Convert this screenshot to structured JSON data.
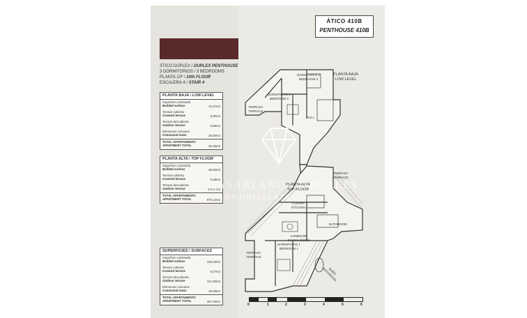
{
  "header": {
    "title_es": "ÁTICO 410B",
    "title_en": "PENTHOUSE 410B"
  },
  "info": {
    "line1_es": "ÁTICO DÚPLEX /",
    "line1_en": "DUPLEX PENTHOUSE",
    "line2": "3 DORMITORIOS / 3 BEDROOMS",
    "line3_es": "PLANTA 10ª /",
    "line3_en": "10th FLOOR",
    "line4_es": "ESCALERA 4 /",
    "line4_en": "STAIR 4"
  },
  "panels": {
    "low": {
      "title_es": "PLANTA BAJA /",
      "title_en": "LOW LEVEL",
      "rows": [
        {
          "es": "Superficie construida",
          "en": "Builded surface",
          "value": "43,37m2"
        },
        {
          "es": "Terraza cubierta",
          "en": "Covered terrace",
          "value": "5,00m2"
        },
        {
          "es": "Terraza descubierta",
          "en": "Outdoor terrace",
          "value": "6,88m2"
        },
        {
          "es": "Elementos comunes",
          "en": "Communal areas",
          "value": "26,00m2"
        },
        {
          "es": "TOTAL APARTAMENTO",
          "en": "APARTMENT TOTAL",
          "value": "82,29m2"
        }
      ]
    },
    "top": {
      "title_es": "PLANTA ALTA /",
      "title_en": "TOP FLOOR",
      "rows": [
        {
          "es": "Superficie construida",
          "en": "Builded surface",
          "value": "86,93m2"
        },
        {
          "es": "Terraza cubierta",
          "en": "Covered terrace",
          "value": "5,28m2"
        },
        {
          "es": "Terraza descubierta",
          "en": "Outdoor terrace",
          "value": "174,1 m2"
        },
        {
          "es": "TOTAL APARTAMENTO",
          "en": "APARTMENT TOTAL",
          "value": "875,12m2"
        }
      ]
    },
    "surfaces": {
      "title_es": "SUPERFICIES /",
      "title_en": "SURFACES",
      "rows": [
        {
          "es": "Superficie construida",
          "en": "Builded surface",
          "value": "130,30m2"
        },
        {
          "es": "Terraza cubierta",
          "en": "Covered terrace",
          "value": "9,27m2"
        },
        {
          "es": "Terraza descubierta",
          "en": "Outdoor terrace",
          "value": "141,83m2"
        },
        {
          "es": "Elementos comunes",
          "en": "Communal areas",
          "value": "26,00m2"
        },
        {
          "es": "TOTAL APARTAMENTO",
          "en": "APARTMENT TOTAL",
          "value": "307,40m2"
        }
      ]
    }
  },
  "plan": {
    "low_level_label_es": "PLANTA BAJA",
    "low_level_label_en": "LOW LEVEL",
    "top_floor_label_es": "PLANTA ALTA",
    "top_floor_label_en": "TOP FLOOR",
    "rooms": {
      "bed3_es": "DORMITORIO 3",
      "bed3_en": "BEDROOM 3",
      "bed2_es": "DORMITORIO 2",
      "bed2_en": "BEDROOM 2",
      "terrace_es": "TERRAZA",
      "terrace_en": "TERRACE",
      "hall": "HALL",
      "terrace_top_es": "TERRAZA",
      "terrace_top_en": "TERRACE",
      "kitchen_es": "COCINA",
      "kitchen_en": "KITCHEN",
      "dining_es": "COMEDOR",
      "dining_en": "DINING ROOM",
      "bathroom": "BATHROOM",
      "bed1_es": "DORMITORIO 1",
      "bed1_en": "BEDROOM 1",
      "terrace_bottom_es": "TERRAZA",
      "terrace_bottom_en": "TERRACE",
      "bath_es": "BAÑO",
      "bath_en": "BATHROOM"
    }
  },
  "watermark": {
    "line1": "CASABLANCO Y REALES",
    "line2": "INMOBILIARIA"
  },
  "scale": {
    "ticks": [
      "0",
      "1",
      "2",
      "3",
      "4",
      "5",
      "6"
    ]
  },
  "colors": {
    "brand": "#5a2a2a",
    "sheet": "#eceae4"
  }
}
